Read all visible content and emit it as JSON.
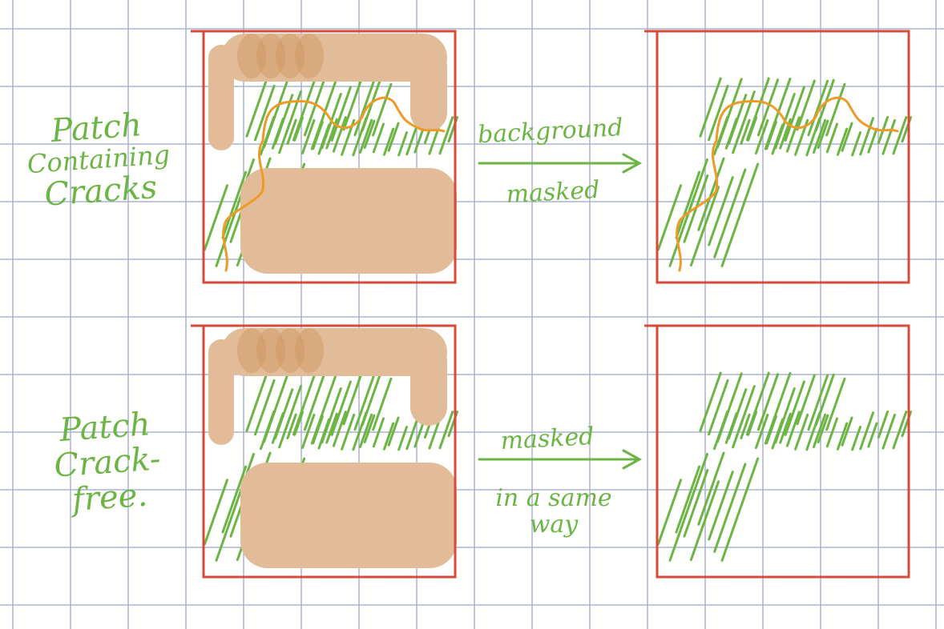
{
  "colors": {
    "grid": "#a9b4d2",
    "frame": "#d9493a",
    "hatch": "#6cb544",
    "mask": "#e2bc98",
    "mask_dark": "#cf9460",
    "crack": "#ee9a26",
    "text": "#6cb544"
  },
  "rows": [
    {
      "label_lines": [
        "Patch",
        "Containing",
        "Cracks"
      ],
      "arrow_top": "background",
      "arrow_bottom": [
        "masked"
      ],
      "has_crack": true
    },
    {
      "label_lines": [
        "Patch",
        "Crack-",
        "free."
      ],
      "arrow_top": "masked",
      "arrow_bottom": [
        "in a same",
        "way"
      ],
      "has_crack": false
    }
  ]
}
